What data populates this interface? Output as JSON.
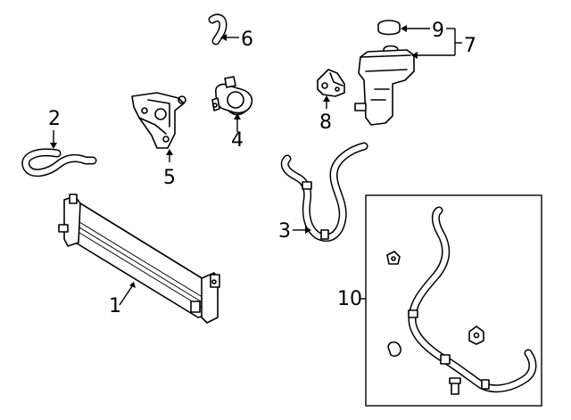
{
  "callouts": {
    "c1": "1",
    "c2": "2",
    "c3": "3",
    "c4": "4",
    "c5": "5",
    "c6": "6",
    "c7": "7",
    "c8": "8",
    "c9": "9",
    "c10": "10"
  },
  "parts": [
    {
      "id": "1",
      "icon": "radiator"
    },
    {
      "id": "2",
      "icon": "hose-short"
    },
    {
      "id": "3",
      "icon": "hose-long"
    },
    {
      "id": "4",
      "icon": "water-pump"
    },
    {
      "id": "5",
      "icon": "mounting-bracket"
    },
    {
      "id": "6",
      "icon": "hose-elbow"
    },
    {
      "id": "7",
      "icon": "coolant-reservoir"
    },
    {
      "id": "8",
      "icon": "reservoir-bracket"
    },
    {
      "id": "9",
      "icon": "reservoir-cap"
    },
    {
      "id": "10",
      "icon": "hose-assembly-kit"
    }
  ],
  "colors": {
    "line": "#000000",
    "background": "#ffffff"
  }
}
